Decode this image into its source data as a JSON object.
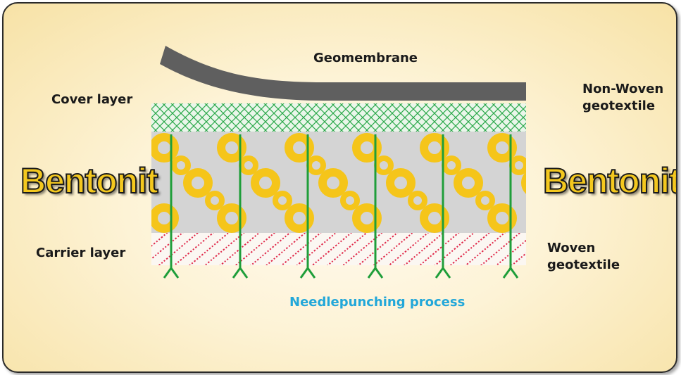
{
  "labels": {
    "geomembrane": "Geomembrane",
    "cover_layer": "Cover layer",
    "non_woven_line1": "Non-Woven",
    "non_woven_line2": "geotextile",
    "bentonit_left": "Bentonit",
    "bentonit_right": "Bentonit",
    "carrier_layer": "Carrier layer",
    "woven_line1": "Woven",
    "woven_line2": "geotextile",
    "needlepunching": "Needlepunching process"
  },
  "colors": {
    "geomembrane": "#5f5f5f",
    "nonwoven_mesh": "#2aa84a",
    "bentonite_fill": "#d4d4d4",
    "granule": "#f5c51a",
    "needle": "#1f9e3a",
    "woven_hatch": "#e0294a",
    "process_text": "#22a7d9"
  },
  "icons": {
    "needle_tip": "y-fork-needle-icon"
  }
}
